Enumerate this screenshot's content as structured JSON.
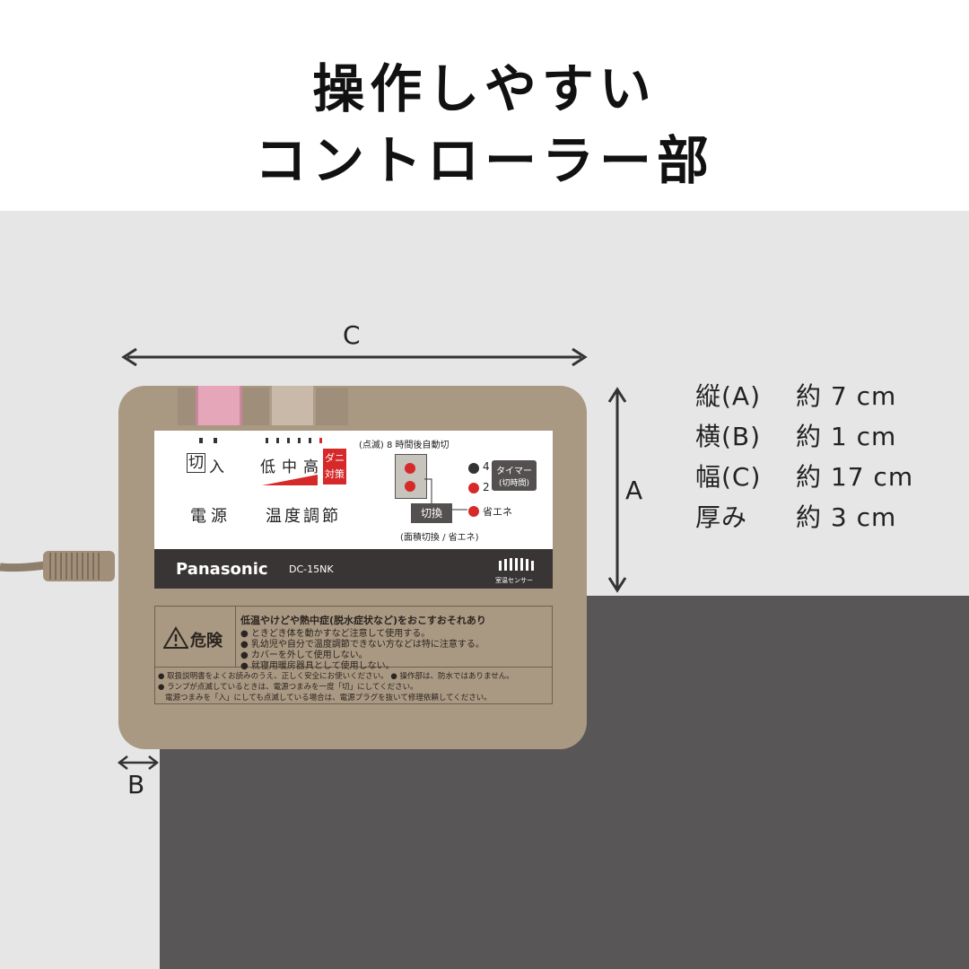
{
  "header": {
    "line1": "操作しやすい",
    "line2": "コントローラー部"
  },
  "dimensions": {
    "a": "A",
    "b": "B",
    "c": "C"
  },
  "specs": [
    {
      "label": "縦(A)",
      "value": "約 7 cm"
    },
    {
      "label": "横(B)",
      "value": "約 1 cm"
    },
    {
      "label": "幅(C)",
      "value": "約 17 cm"
    },
    {
      "label": "厚み",
      "value": "約 3 cm"
    }
  ],
  "controller": {
    "power": {
      "off": "切",
      "on": "入",
      "label": "電源"
    },
    "temp": {
      "low": "低",
      "mid": "中",
      "high": "高",
      "mite1": "ダニ",
      "mite2": "対策",
      "label": "温度調節"
    },
    "auto_off": "(点滅) 8 時間後自動切",
    "switch_label": "切換",
    "switch_caption": "(面積切換 / 省エネ)",
    "timer": {
      "h4": "4",
      "h2": "2",
      "eco": "省エネ",
      "label1": "タイマー",
      "label2": "(切時間)"
    },
    "brand": "Panasonic",
    "model": "DC-15NK",
    "sensor": "室温センサー",
    "danger": "危険",
    "warnings": [
      "低温やけどや熱中症(脱水症状など)をおこすおそれあり",
      "● ときどき体を動かすなど注意して使用する。",
      "● 乳幼児や自分で温度調節できない方などは特に注意する。",
      "● カバーを外して使用しない。",
      "● 就寝用暖房器具として使用しない。"
    ],
    "notes": [
      "● 取扱説明書をよくお読みのうえ、正しく安全にお使いください。 ● 操作部は、防水ではありません。",
      "● ランプが点滅しているときは、電源つまみを一度「切」にしてください。",
      "電源つまみを「入」にしても点滅している場合は、電源プラグを抜いて修理依頼してください。"
    ]
  },
  "colors": {
    "body": "#a99882",
    "dark_bg": "#585657",
    "light_bg": "#e6e6e6",
    "led": "#d62a2a",
    "power_knob": "#e6a6b9"
  }
}
